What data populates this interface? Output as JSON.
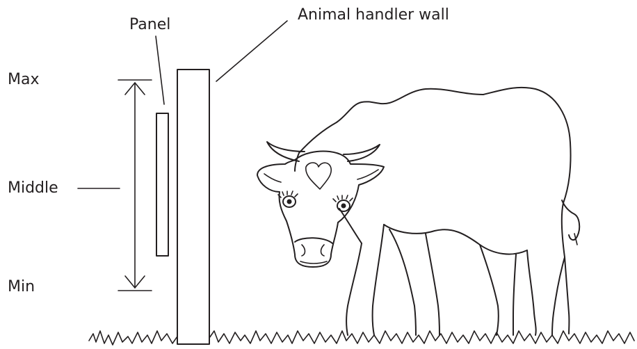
{
  "labels": {
    "panel": "Panel",
    "wall": "Animal handler wall",
    "max": "Max",
    "middle": "Middle",
    "min": "Min"
  },
  "colors": {
    "ink": "#231f20",
    "background": "#ffffff"
  }
}
